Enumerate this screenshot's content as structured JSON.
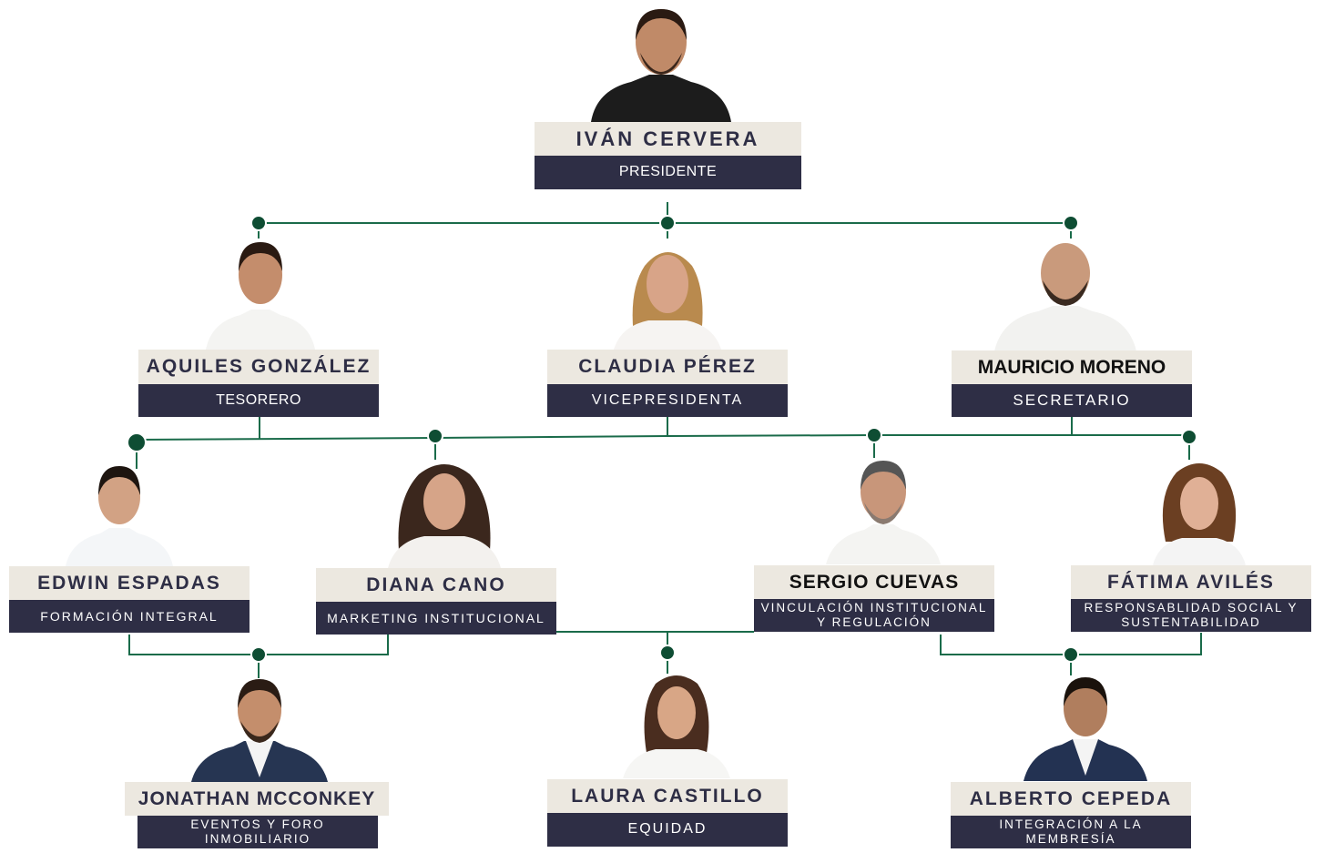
{
  "colors": {
    "line": "#1a6b4a",
    "node": "#0e4d33",
    "name_bg": "#ece8e0",
    "role_bg": "#2e2e45",
    "name_text": "#2e2e45"
  },
  "members": {
    "president": {
      "name": "IVÁN CERVERA",
      "role": "PRESIDENTE"
    },
    "treasurer": {
      "name": "AQUILES GONZÁLEZ",
      "role": "TESORERO"
    },
    "vp": {
      "name": "CLAUDIA PÉREZ",
      "role": "VICEPRESIDENTA"
    },
    "secretary": {
      "name": "MAURICIO MORENO",
      "role": "SECRETARIO"
    },
    "edwin": {
      "name": "EDWIN ESPADAS",
      "role": "FORMACIÓN INTEGRAL"
    },
    "diana": {
      "name": "DIANA CANO",
      "role": "MARKETING INSTITUCIONAL"
    },
    "sergio": {
      "name": "SERGIO CUEVAS",
      "role_line1": "VINCULACIÓN INSTITUCIONAL",
      "role_line2": "Y REGULACIÓN"
    },
    "fatima": {
      "name": "FÁTIMA AVILÉS",
      "role_line1": "RESPONSABLIDAD SOCIAL Y",
      "role_line2": "SUSTENTABILIDAD"
    },
    "jonathan": {
      "name": "JONATHAN MCCONKEY",
      "role_line1": "EVENTOS Y FORO",
      "role_line2": "INMOBILIARIO"
    },
    "laura": {
      "name": "LAURA CASTILLO",
      "role": "EQUIDAD"
    },
    "alberto": {
      "name": "ALBERTO CEPEDA",
      "role_line1": "INTEGRACIÓN A LA",
      "role_line2": "MEMBRESÍA"
    }
  }
}
